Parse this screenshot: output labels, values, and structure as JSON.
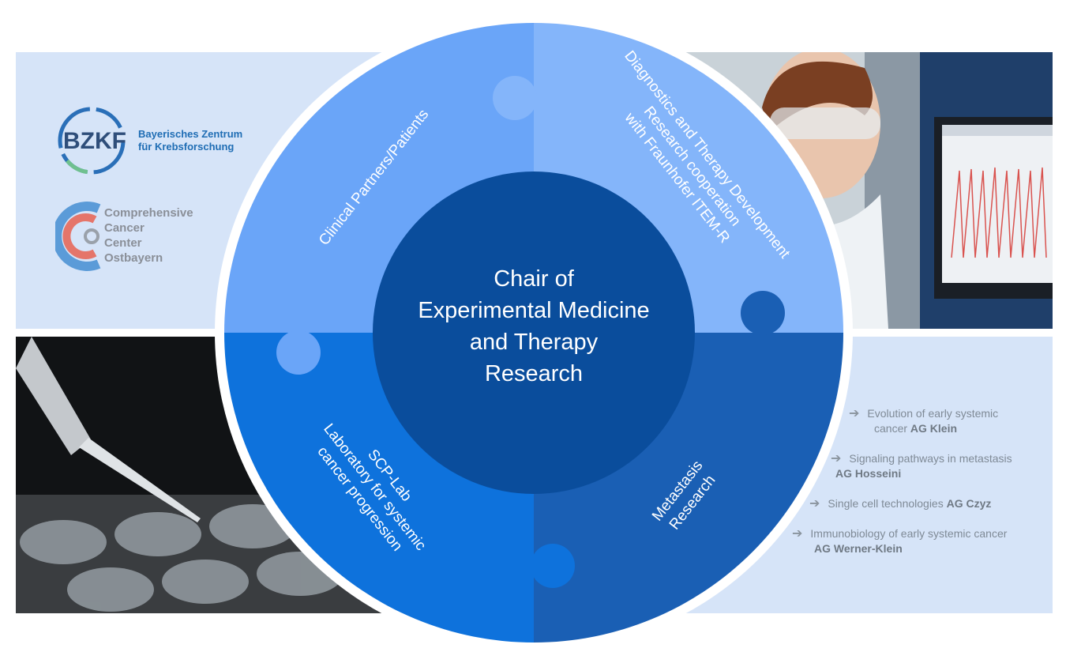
{
  "logos": {
    "bzkf": {
      "abbr": "BZKF",
      "line1": "Bayerisches Zentrum",
      "line2": "für Krebsforschung"
    },
    "ccc": {
      "line1": "Comprehensive",
      "line2": "Cancer",
      "line3": "Center",
      "line4": "Ostbayern"
    }
  },
  "center": {
    "lines": [
      "Chair of",
      "Experimental Medicine",
      "and Therapy",
      "Research"
    ]
  },
  "quadrants": {
    "top_left": {
      "label": "Clinical Partners/Patients",
      "color": "#6aa5f8"
    },
    "top_right": {
      "lines": [
        "Diagnostics and Therapy Development",
        "Research cooperation",
        "with Fraunhofer ITEM-R"
      ],
      "color": "#84b5fa"
    },
    "bottom_left": {
      "lines": [
        "SCP-Lab",
        "Laboratory for systemic",
        "cancer progression"
      ],
      "color": "#0e72dc"
    },
    "bottom_right": {
      "lines": [
        "Metastasis",
        "Research"
      ],
      "color": "#1a5fb4"
    }
  },
  "center_color": "#0a4d9c",
  "groups": [
    {
      "text": "Evolution of early systemic",
      "text2": "cancer",
      "ag": "AG Klein"
    },
    {
      "text": "Signaling pathways in metastasis",
      "ag": "AG Hosseini"
    },
    {
      "text": "Single cell technologies",
      "ag": "AG Czyz"
    },
    {
      "text": "Immunobiology of early systemic cancer",
      "ag": "AG Werner-Klein"
    }
  ]
}
